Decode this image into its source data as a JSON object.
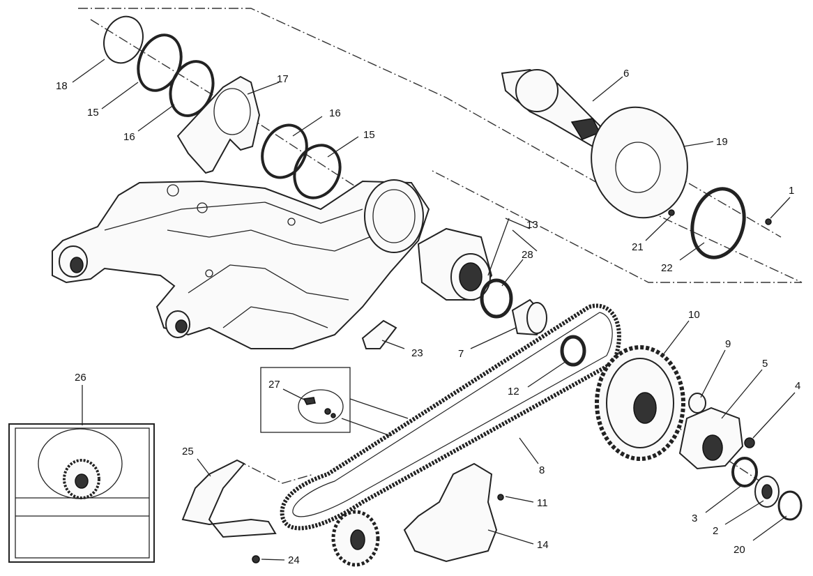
{
  "callouts": [
    {
      "id": "18",
      "text": "18"
    },
    {
      "id": "15a",
      "text": "15"
    },
    {
      "id": "16a",
      "text": "16"
    },
    {
      "id": "17",
      "text": "17"
    },
    {
      "id": "16b",
      "text": "16"
    },
    {
      "id": "15b",
      "text": "15"
    },
    {
      "id": "6",
      "text": "6"
    },
    {
      "id": "19",
      "text": "19"
    },
    {
      "id": "1",
      "text": "1"
    },
    {
      "id": "21",
      "text": "21"
    },
    {
      "id": "22",
      "text": "22"
    },
    {
      "id": "13",
      "text": "13"
    },
    {
      "id": "28",
      "text": "28"
    },
    {
      "id": "7",
      "text": "7"
    },
    {
      "id": "23",
      "text": "23"
    },
    {
      "id": "10",
      "text": "10"
    },
    {
      "id": "9",
      "text": "9"
    },
    {
      "id": "5",
      "text": "5"
    },
    {
      "id": "4",
      "text": "4"
    },
    {
      "id": "12",
      "text": "12"
    },
    {
      "id": "8",
      "text": "8"
    },
    {
      "id": "27",
      "text": "27"
    },
    {
      "id": "26",
      "text": "26"
    },
    {
      "id": "25",
      "text": "25"
    },
    {
      "id": "11",
      "text": "11"
    },
    {
      "id": "3",
      "text": "3"
    },
    {
      "id": "2",
      "text": "2"
    },
    {
      "id": "14",
      "text": "14"
    },
    {
      "id": "20",
      "text": "20"
    },
    {
      "id": "24",
      "text": "24"
    }
  ]
}
